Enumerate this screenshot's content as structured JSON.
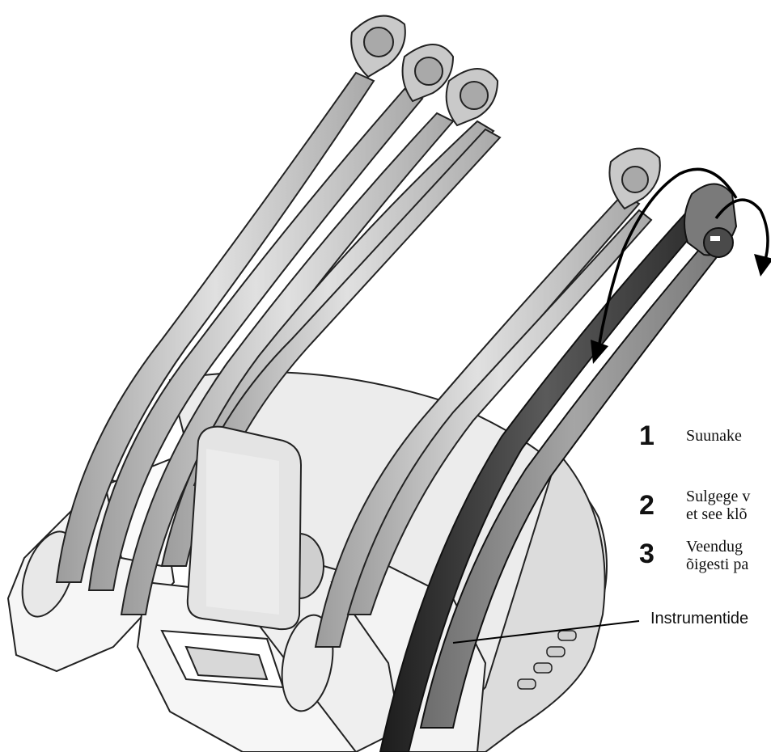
{
  "steps": [
    {
      "number": "1",
      "text": "Suunake"
    },
    {
      "number": "2",
      "text_line1": "Sulgege v",
      "text_line2": "et see klõ"
    },
    {
      "number": "3",
      "text_line1": "Veendug",
      "text_line2": "õigesti pa"
    }
  ],
  "callout": {
    "label": "Instrumentide"
  },
  "colors": {
    "arm_fill": "#d4d4d4",
    "arm_shadow": "#9a9a9a",
    "arm_dark": "#4a4a4a",
    "base_fill": "#f2f2f2",
    "base_top": "#e6e6e6",
    "outline": "#222222"
  }
}
